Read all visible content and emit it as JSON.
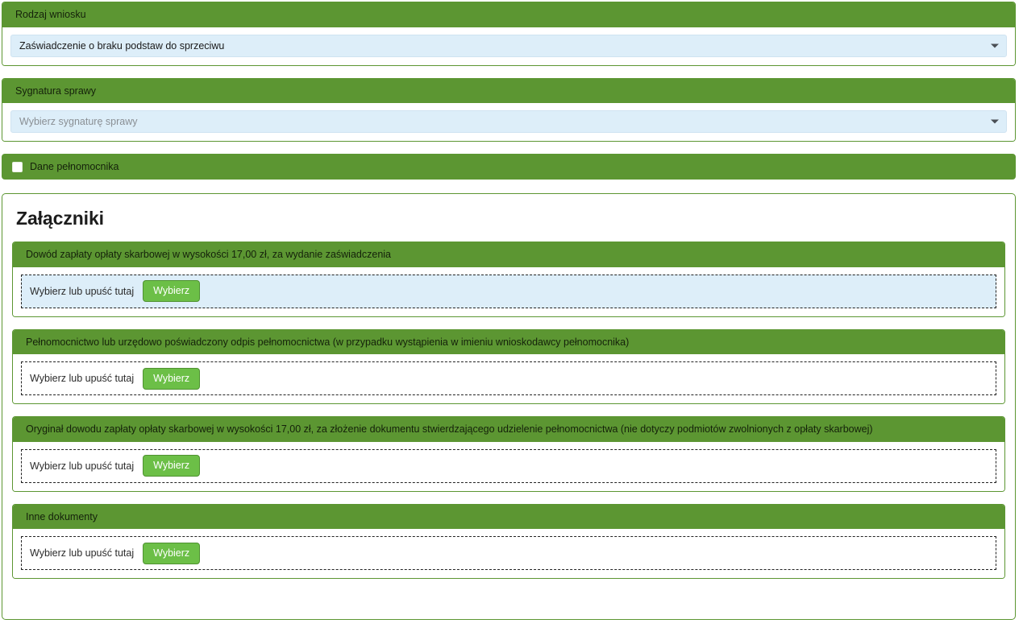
{
  "form": {
    "sections": [
      {
        "header": "Rodzaj wniosku",
        "value": "Zaświadczenie o braku podstaw do sprzeciwu",
        "placeholder": "",
        "is_placeholder": false,
        "arrow_icon": "chevron-down-icon"
      },
      {
        "header": "Sygnatura sprawy",
        "value": "Wybierz sygnaturę sprawy",
        "placeholder": "Wybierz sygnaturę sprawy",
        "is_placeholder": true,
        "arrow_icon": "chevron-down-icon"
      }
    ],
    "agent_checkbox": {
      "label": "Dane pełnomocnika",
      "checked": false
    }
  },
  "attachments": {
    "title": "Załączniki",
    "dropzone_label": "Wybierz lub upuść tutaj",
    "button_label": "Wybierz",
    "items": [
      {
        "header": "Dowód zapłaty opłaty skarbowej w wysokości 17,00 zł, za wydanie zaświadczenia",
        "dropzone_label": "Wybierz lub upuść tutaj",
        "button_label": "Wybierz",
        "active": true
      },
      {
        "header": "Pełnomocnictwo lub urzędowo poświadczony odpis pełnomocnictwa (w przypadku wystąpienia w imieniu wnioskodawcy pełnomocnika)",
        "dropzone_label": "Wybierz lub upuść tutaj",
        "button_label": "Wybierz",
        "active": false
      },
      {
        "header": "Oryginał dowodu zapłaty opłaty skarbowej w wysokości 17,00 zł, za złożenie dokumentu stwierdzającego udzielenie pełnomocnictwa (nie dotyczy podmiotów zwolnionych z opłaty skarbowej)",
        "dropzone_label": "Wybierz lub upuść tutaj",
        "button_label": "Wybierz",
        "active": false
      },
      {
        "header": "Inne dokumenty",
        "dropzone_label": "Wybierz lub upuść tutaj",
        "button_label": "Wybierz",
        "active": false
      }
    ]
  },
  "colors": {
    "green_header": "#5c9632",
    "button_green": "#6cbf47",
    "input_blue": "#ddeef9",
    "text_dark": "#1a1a1a",
    "placeholder_gray": "#8a8f94"
  }
}
